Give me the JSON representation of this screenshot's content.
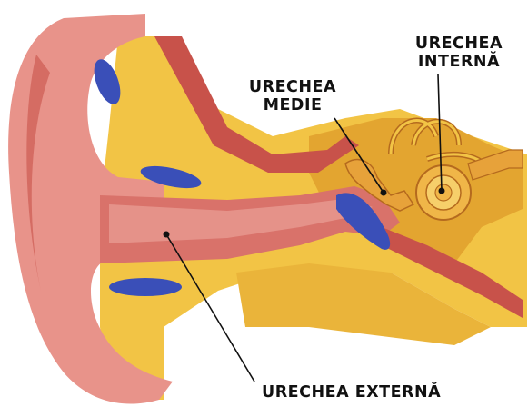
{
  "labels": {
    "inner_line1": "URECHEA",
    "inner_line2": "INTERNĂ",
    "middle_line1": "URECHEA",
    "middle_line2": "MEDIE",
    "outer": "URECHEA EXTERNĂ"
  },
  "colors": {
    "skin": "#e8938a",
    "skin_dark": "#c8524a",
    "canal": "#d9726a",
    "bone": "#f2c445",
    "bone_dark": "#d99a1f",
    "cartilage": "#3a4fb8",
    "ossicles": "#e7a23a",
    "leader": "#111111"
  }
}
